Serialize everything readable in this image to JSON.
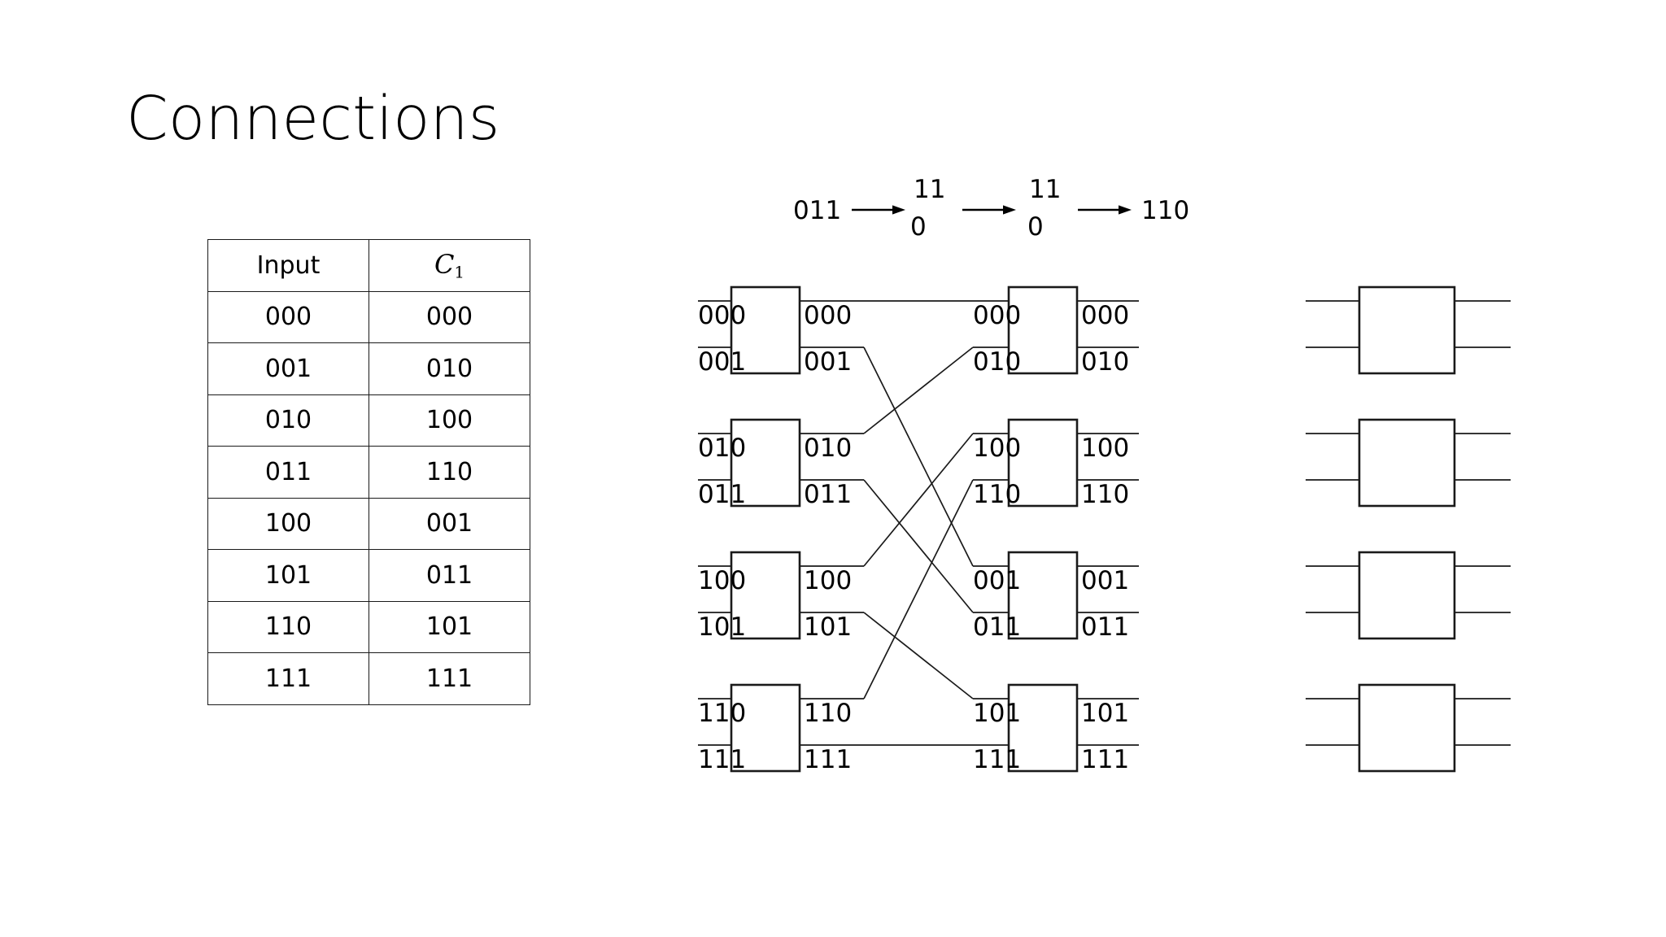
{
  "title": "Connections",
  "table": {
    "headers": [
      "Input",
      "C",
      "1"
    ],
    "header_left": "Input",
    "header_right_symbol": "C",
    "header_right_sub": "1",
    "rows": [
      {
        "input": "000",
        "c1": "000"
      },
      {
        "input": "001",
        "c1": "010"
      },
      {
        "input": "010",
        "c1": "100"
      },
      {
        "input": "011",
        "c1": "110"
      },
      {
        "input": "100",
        "c1": "001"
      },
      {
        "input": "101",
        "c1": "011"
      },
      {
        "input": "110",
        "c1": "101"
      },
      {
        "input": "111",
        "c1": "111"
      }
    ]
  },
  "arrow_sequence": {
    "start": "011",
    "stage1_top": "11",
    "stage1_bottom": "0",
    "stage2_top": "11",
    "stage2_bottom": "0",
    "end": "110",
    "arrow_glyph": "arrow-right-icon"
  },
  "network": {
    "stage1_in_labels": [
      "000",
      "001",
      "010",
      "011",
      "100",
      "101",
      "110",
      "111"
    ],
    "stage1_out_labels": [
      "000",
      "001",
      "010",
      "011",
      "100",
      "101",
      "110",
      "111"
    ],
    "stage2_in_labels": [
      "000",
      "010",
      "100",
      "110",
      "001",
      "011",
      "101",
      "111"
    ],
    "stage2_out_labels": [
      "000",
      "010",
      "100",
      "110",
      "001",
      "011",
      "101",
      "111"
    ],
    "stage3_in_labels": [
      "",
      "",
      "",
      "",
      "",
      "",
      "",
      ""
    ],
    "stage3_out_labels": [
      "",
      "",
      "",
      "",
      "",
      "",
      "",
      ""
    ],
    "permutation_stage1_to_stage2": [
      0,
      4,
      1,
      5,
      2,
      6,
      3,
      7
    ],
    "box_count_per_column": 4,
    "column_count": 3,
    "line_color": "#1a1a1a"
  }
}
